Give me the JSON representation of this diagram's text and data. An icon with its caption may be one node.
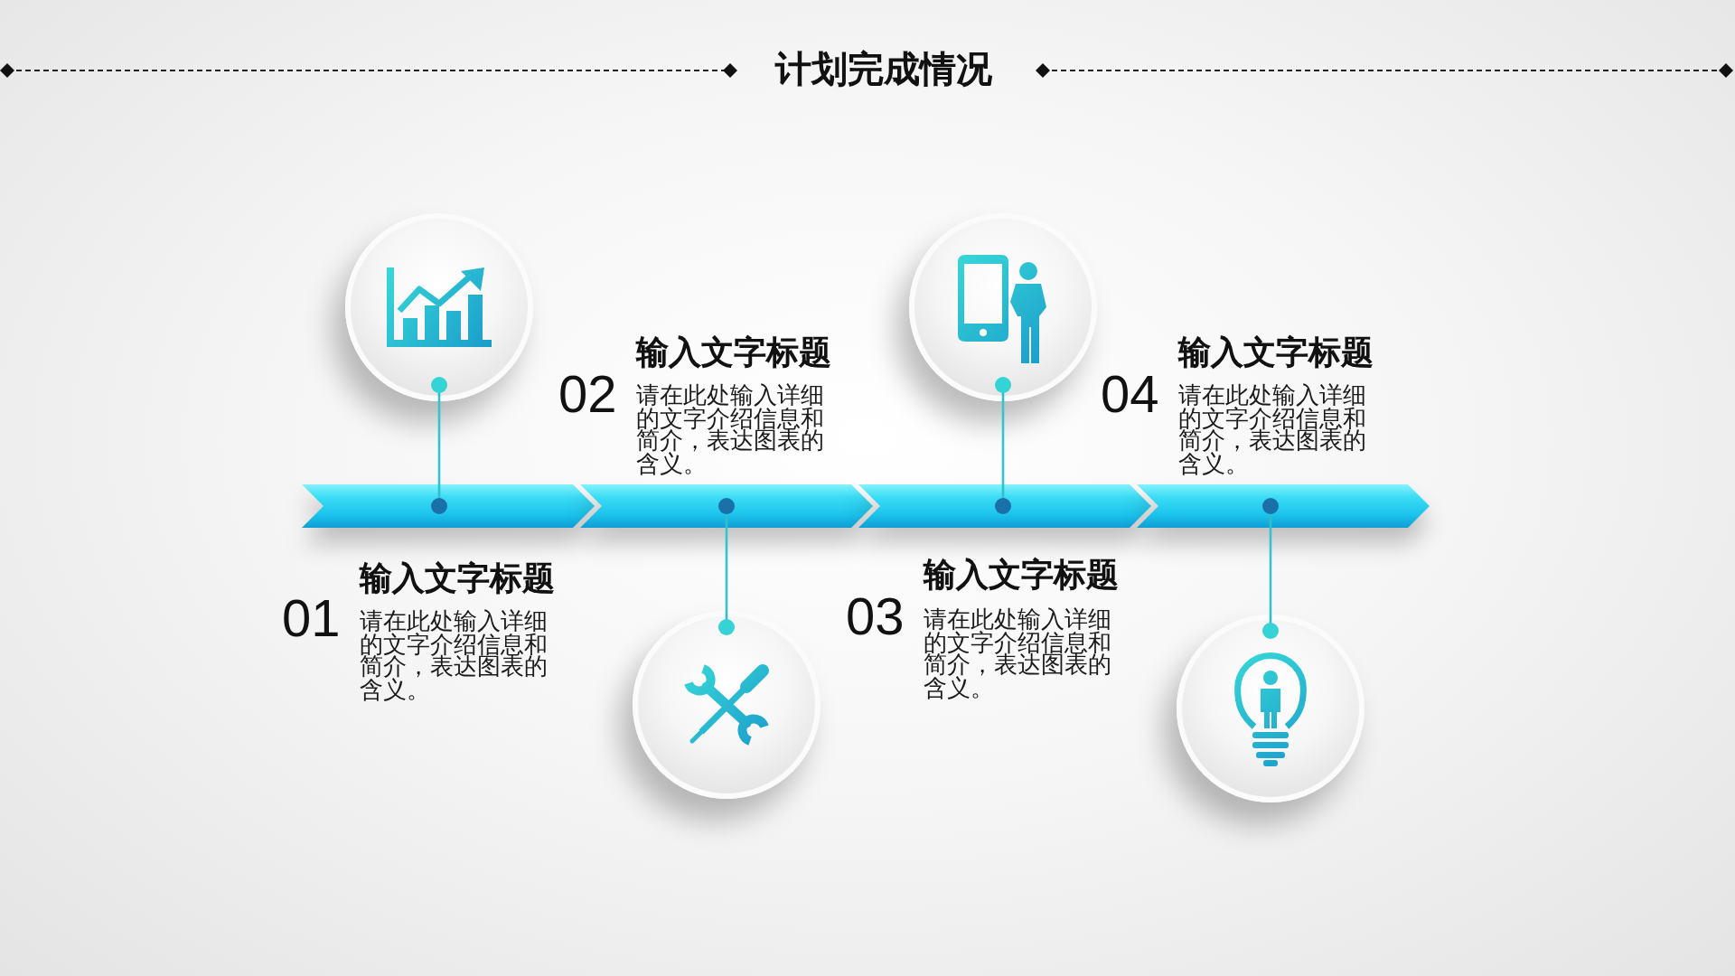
{
  "diagram": {
    "title": "计划完成情况",
    "nodes": [
      {
        "text": [],
        "shape": "chevron"
      },
      {
        "text": [],
        "shape": "chevron"
      },
      {
        "text": [],
        "shape": "chevron"
      },
      {
        "text": [],
        "shape": "chevron"
      },
      {
        "text": [],
        "shape": "circle"
      },
      {
        "text": [],
        "shape": "circle"
      },
      {
        "text": [],
        "shape": "circle"
      },
      {
        "text": [],
        "shape": "circle"
      }
    ],
    "edges": [
      {
        "from": 4,
        "to": 0,
        "arrow": "other"
      },
      {
        "from": 5,
        "to": 1,
        "arrow": "other"
      },
      {
        "from": 6,
        "to": 2,
        "arrow": "other"
      },
      {
        "from": 7,
        "to": 3,
        "arrow": "other"
      }
    ],
    "labels": [
      "01",
      "输入文字标题",
      "请在此处输入详细的文字介绍信息和简介，表达图表的含义。",
      "02",
      "输入文字标题",
      "请在此处输入详细的文字介绍信息和简介，表达图表的含义。",
      "03",
      "输入文字标题",
      "请在此处输入详细的文字介绍信息和简介，表达图表的含义。",
      "04",
      "输入文字标题",
      "请在此处输入详细的文字介绍信息和简介，表达图表的含义。"
    ]
  }
}
